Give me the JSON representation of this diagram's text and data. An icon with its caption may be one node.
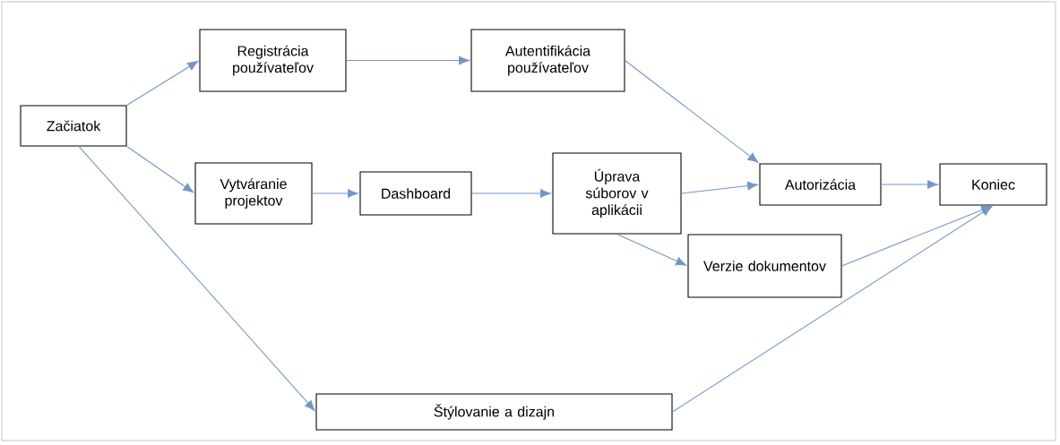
{
  "diagram": {
    "nodes": [
      {
        "text": [
          "Začiatok"
        ]
      },
      {
        "text": [
          "Registrácia používateľov"
        ]
      },
      {
        "text": [
          "Autentifikácia používateľov"
        ]
      },
      {
        "text": [
          "Vytváranie projektov"
        ]
      },
      {
        "text": [
          "Dashboard"
        ]
      },
      {
        "text": [
          "Úprava súborov v aplikácii"
        ]
      },
      {
        "text": [
          "Autorizácia"
        ]
      },
      {
        "text": [
          "Koniec"
        ]
      },
      {
        "text": [
          "Verzie dokumentov"
        ]
      },
      {
        "text": [
          "Štýlovanie a dizajn"
        ]
      }
    ],
    "edges": [
      {
        "from": 0,
        "to": 1,
        "arrow": "to"
      },
      {
        "from": 1,
        "to": 2,
        "arrow": "to"
      },
      {
        "from": 2,
        "to": 6,
        "arrow": "to"
      },
      {
        "from": 0,
        "to": 3,
        "arrow": "to"
      },
      {
        "from": 3,
        "to": 4,
        "arrow": "to"
      },
      {
        "from": 4,
        "to": 5,
        "arrow": "to"
      },
      {
        "from": 5,
        "to": 6,
        "arrow": "to"
      },
      {
        "from": 6,
        "to": 7,
        "arrow": "to"
      },
      {
        "from": 5,
        "to": 8,
        "arrow": "to"
      },
      {
        "from": 8,
        "to": 7,
        "arrow": "to"
      },
      {
        "from": 0,
        "to": 9,
        "arrow": "to"
      },
      {
        "from": 9,
        "to": 7,
        "arrow": "to"
      }
    ]
  }
}
